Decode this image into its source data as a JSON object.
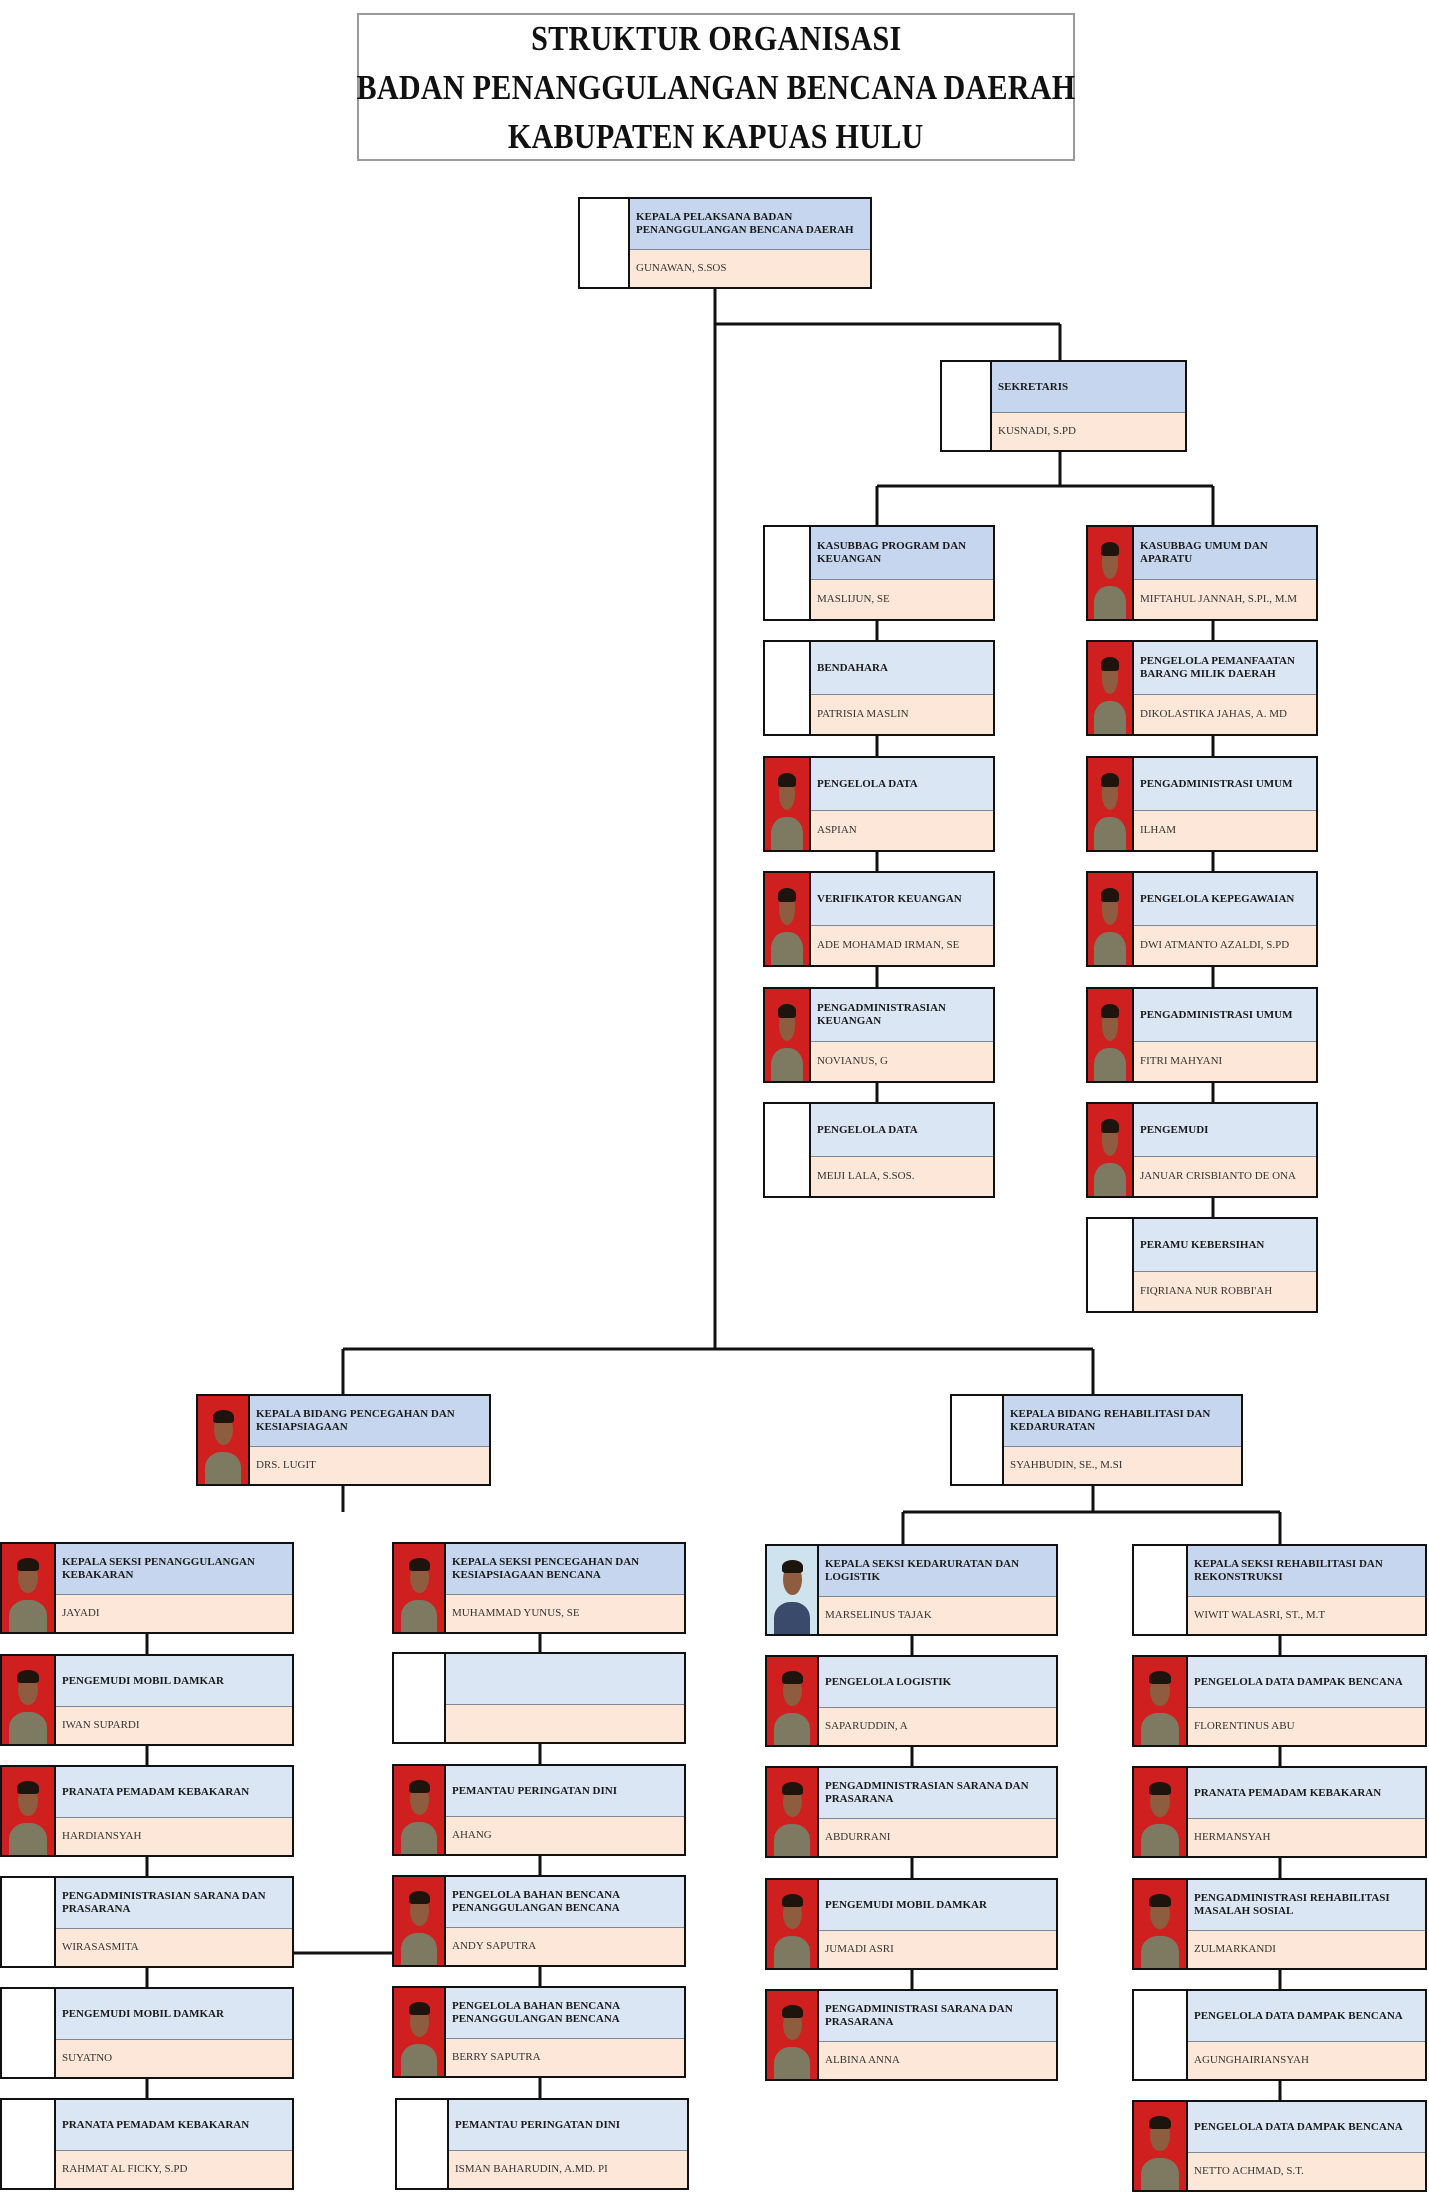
{
  "header": {
    "line1": "STRUKTUR ORGANISASI",
    "line2": "BADAN PENANGGULANGAN BENCANA DAERAH",
    "line3": "KABUPATEN KAPUAS HULU"
  },
  "colors": {
    "title_band": "#c6d6ee",
    "title_band_light": "#dbe6f5",
    "name_band": "#fde7d8",
    "photo_bg": "#cf1f1f",
    "connector": "#111111"
  },
  "positions": [
    {
      "title": "KEPALA PELAKSANA BADAN PENANGGULANGAN BENCANA DAERAH",
      "name": "GUNAWAN, S.Sos",
      "photo": false
    },
    {
      "title": "SEKRETARIS",
      "name": "KUSNADI, S.Pd",
      "photo": false
    },
    {
      "title": "KASUBBAG PROGRAM DAN KEUANGAN",
      "name": "MASLIJUN, SE",
      "photo": false
    },
    {
      "title": "BENDAHARA",
      "name": "PATRISIA MASLIN",
      "photo": false
    },
    {
      "title": "PENGELOLA DATA",
      "name": "ASPIAN",
      "photo": true
    },
    {
      "title": "VERIFIKATOR KEUANGAN",
      "name": "ADE MOHAMAD IRMAN, SE",
      "photo": true
    },
    {
      "title": "PENGADMINISTRASIAN KEUANGAN",
      "name": "NOVIANUS, G",
      "photo": true
    },
    {
      "title": "PENGELOLA DATA",
      "name": "MEIJI LALA, S.SOS.",
      "photo": false
    },
    {
      "title": "KASUBBAG UMUM DAN APARATU",
      "name": "MIFTAHUL JANNAH, S.Pi., M.M",
      "photo": true
    },
    {
      "title": "PENGELOLA PEMANFAATAN BARANG MILIK DAERAH",
      "name": "DIKOLASTIKA JAHAS, A. MD",
      "photo": true
    },
    {
      "title": "PENGADMINISTRASI UMUM",
      "name": "ILHAM",
      "photo": true
    },
    {
      "title": "PENGELOLA KEPEGAWAIAN",
      "name": "DWI ATMANTO AZALDI, S.Pd",
      "photo": true
    },
    {
      "title": "PENGADMINISTRASI UMUM",
      "name": "FITRI MAHYANI",
      "photo": true
    },
    {
      "title": "PENGEMUDI",
      "name": "JANUAR CRISBIANTO DE ONA",
      "photo": true
    },
    {
      "title": "PERAMU KEBERSIHAN",
      "name": "FIQRIANA NUR ROBBI'AH",
      "photo": false
    },
    {
      "title": "KEPALA BIDANG PENCEGAHAN DAN KESIAPSIAGAAN",
      "name": "Drs. LUGIT",
      "photo": true
    },
    {
      "title": "KEPALA BIDANG REHABILITASI DAN KEDARURATAN",
      "name": "SYAHBUDIN, SE., M.Si",
      "photo": false
    },
    {
      "title": "KEPALA SEKSI PENANGGULANGAN KEBAKARAN",
      "name": "JAYADI",
      "photo": true
    },
    {
      "title": "PENGEMUDI MOBIL DAMKAR",
      "name": "IWAN SUPARDI",
      "photo": true
    },
    {
      "title": "PRANATA PEMADAM KEBAKARAN",
      "name": "HARDIANSYAH",
      "photo": true
    },
    {
      "title": "PENGADMINISTRASIAN SARANA DAN PRASARANA",
      "name": "WIRASASMITA",
      "photo": false
    },
    {
      "title": "PENGEMUDI MOBIL DAMKAR",
      "name": "SUYATNO",
      "photo": false
    },
    {
      "title": "PRANATA PEMADAM KEBAKARAN",
      "name": "RAHMAT AL FICKY, S.PD",
      "photo": false
    },
    {
      "title": "KEPALA SEKSI PENCEGAHAN DAN KESIAPSIAGAAN BENCANA",
      "name": "MUHAMMAD YUNUS, SE",
      "photo": true
    },
    {
      "title": "",
      "name": "",
      "photo": false
    },
    {
      "title": "PEMANTAU PERINGATAN DINI",
      "name": "AHANG",
      "photo": true
    },
    {
      "title": "PENGELOLA BAHAN BENCANA PENANGGULANGAN BENCANA",
      "name": "ANDY SAPUTRA",
      "photo": true
    },
    {
      "title": "PENGELOLA BAHAN BENCANA PENANGGULANGAN BENCANA",
      "name": "BERRY SAPUTRA",
      "photo": true
    },
    {
      "title": "PEMANTAU PERINGATAN DINI",
      "name": "ISMAN BAHARUDIN, A.MD. PI",
      "photo": false
    },
    {
      "title": "KEPALA SEKSI KEDARURATAN DAN LOGISTIK",
      "name": "MARSELINUS TAJAK",
      "photo": true
    },
    {
      "title": "PENGELOLA LOGISTIK",
      "name": "SAPARUDDIN, A",
      "photo": true
    },
    {
      "title": "PENGADMINISTRASIAN SARANA DAN PRASARANA",
      "name": "ABDURRANI",
      "photo": true
    },
    {
      "title": "PENGEMUDI MOBIL DAMKAR",
      "name": "JUMADI ASRI",
      "photo": true
    },
    {
      "title": "PENGADMINISTRASI SARANA DAN PRASARANA",
      "name": "ALBINA ANNA",
      "photo": true
    },
    {
      "title": "KEPALA SEKSI REHABILITASI DAN REKONSTRUKSI",
      "name": "WIWIT WALASRI, ST., M.T",
      "photo": false
    },
    {
      "title": "PENGELOLA DATA DAMPAK BENCANA",
      "name": "FLORENTINUS ABU",
      "photo": true
    },
    {
      "title": "PRANATA PEMADAM KEBAKARAN",
      "name": "HERMANSYAH",
      "photo": true
    },
    {
      "title": "PENGADMINISTRASI REHABILITASI MASALAH SOSIAL",
      "name": "ZULMARKANDI",
      "photo": true
    },
    {
      "title": "PENGELOLA DATA DAMPAK BENCANA",
      "name": "AGUNGHAIRIANSYAH",
      "photo": false
    },
    {
      "title": "PENGELOLA DATA DAMPAK BENCANA",
      "name": "NETTO ACHMAD, S.T.",
      "photo": true
    }
  ]
}
